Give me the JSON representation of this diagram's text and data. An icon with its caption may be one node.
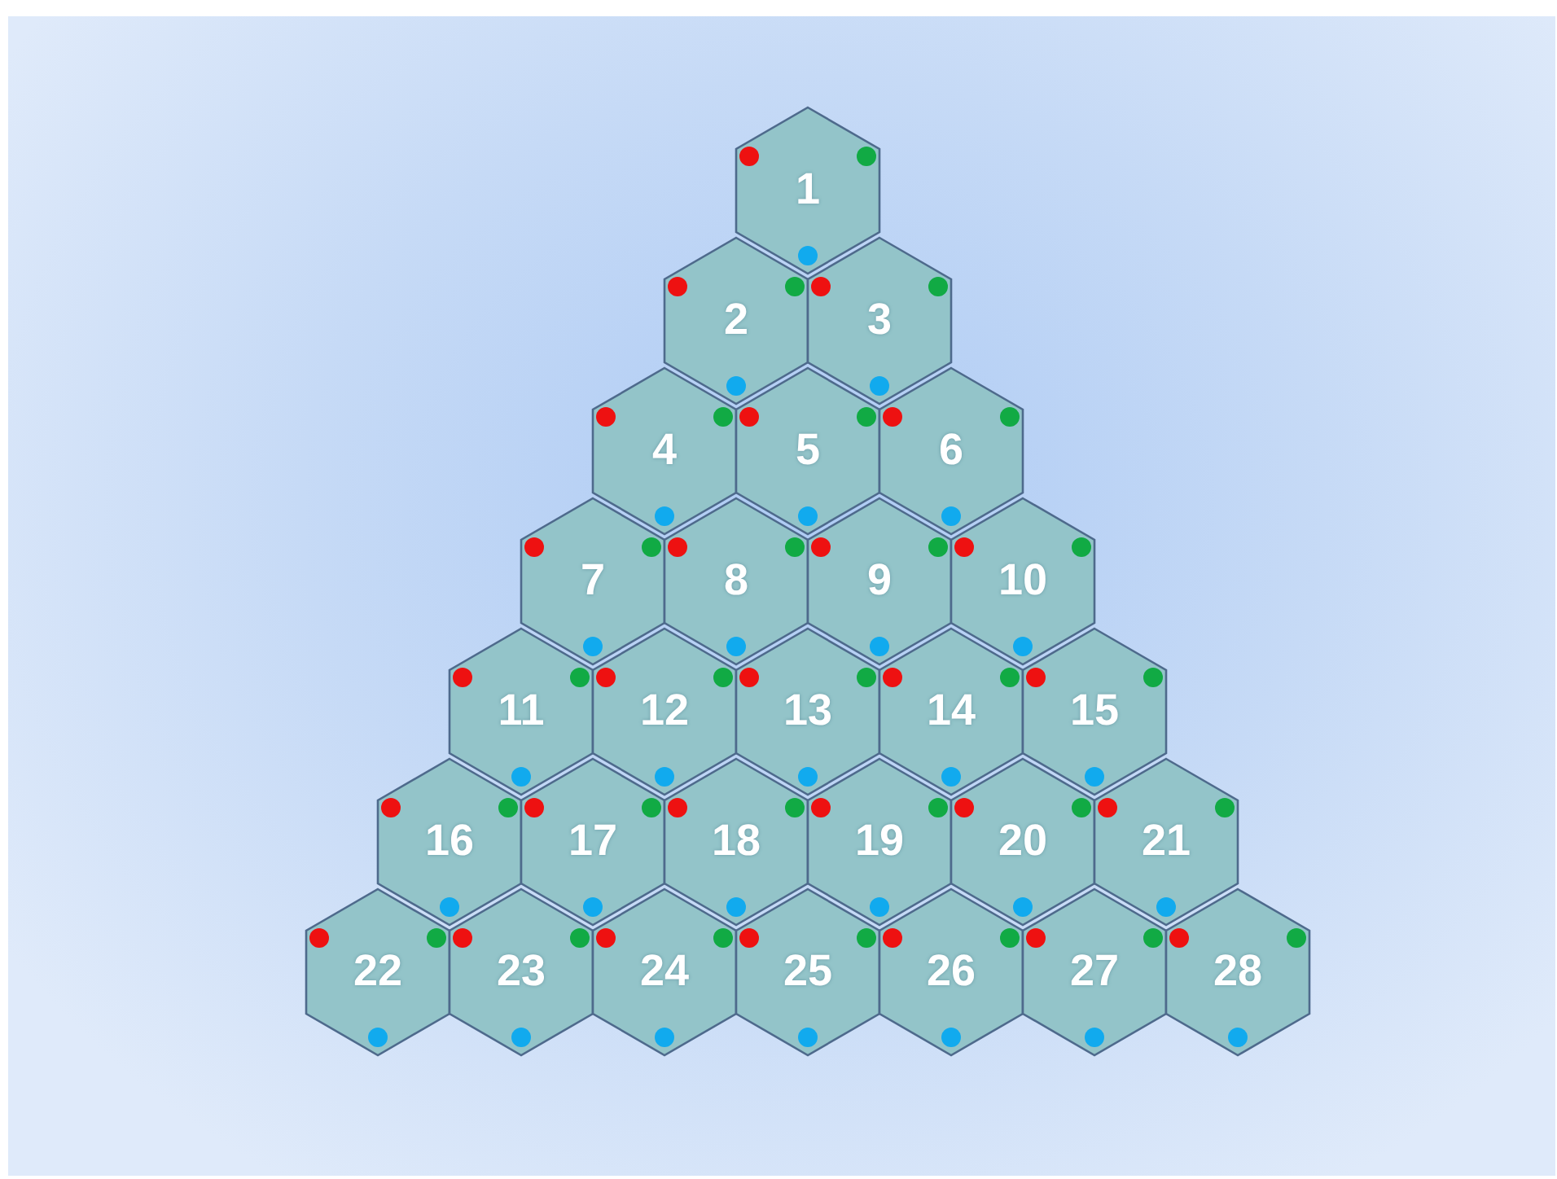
{
  "diagram": {
    "nodes": [
      {
        "text": [
          "1"
        ]
      },
      {
        "text": [
          "2"
        ]
      },
      {
        "text": [
          "3"
        ]
      },
      {
        "text": [
          "4"
        ]
      },
      {
        "text": [
          "5"
        ]
      },
      {
        "text": [
          "6"
        ]
      },
      {
        "text": [
          "7"
        ]
      },
      {
        "text": [
          "8"
        ]
      },
      {
        "text": [
          "9"
        ]
      },
      {
        "text": [
          "10"
        ]
      },
      {
        "text": [
          "11"
        ]
      },
      {
        "text": [
          "12"
        ]
      },
      {
        "text": [
          "13"
        ]
      },
      {
        "text": [
          "14"
        ]
      },
      {
        "text": [
          "15"
        ]
      },
      {
        "text": [
          "16"
        ]
      },
      {
        "text": [
          "17"
        ]
      },
      {
        "text": [
          "18"
        ]
      },
      {
        "text": [
          "19"
        ]
      },
      {
        "text": [
          "20"
        ]
      },
      {
        "text": [
          "21"
        ]
      },
      {
        "text": [
          "22"
        ]
      },
      {
        "text": [
          "23"
        ]
      },
      {
        "text": [
          "24"
        ]
      },
      {
        "text": [
          "25"
        ]
      },
      {
        "text": [
          "26"
        ]
      },
      {
        "text": [
          "27"
        ]
      },
      {
        "text": [
          "28"
        ]
      }
    ]
  }
}
